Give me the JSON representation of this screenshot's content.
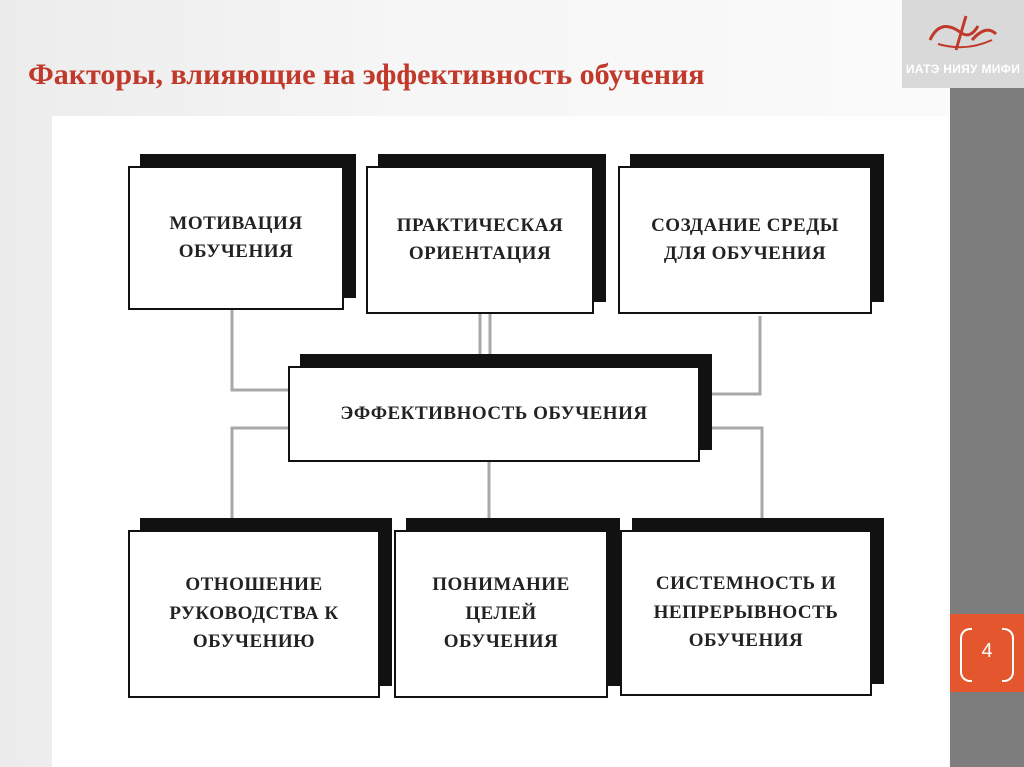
{
  "slide": {
    "title": "Факторы, влияющие на эффективность обучения",
    "page_number": "4",
    "logo_text": "ИАТЭ НИЯУ МИФИ",
    "accent_color": "#c0392b",
    "page_tab_color": "#e4572e"
  },
  "diagram": {
    "top_boxes": [
      {
        "label": "МОТИВАЦИЯ\nОБУЧЕНИЯ"
      },
      {
        "label": "ПРАКТИЧЕСКАЯ\nОРИЕНТАЦИЯ"
      },
      {
        "label": "СОЗДАНИЕ СРЕДЫ\nДЛЯ ОБУЧЕНИЯ"
      }
    ],
    "center_box": {
      "label": "ЭФФЕКТИВНОСТЬ ОБУЧЕНИЯ"
    },
    "bottom_boxes": [
      {
        "label": "ОТНОШЕНИЕ\nРУКОВОДСТВА К\nОБУЧЕНИЮ"
      },
      {
        "label": "ПОНИМАНИЕ\nЦЕЛЕЙ\nОБУЧЕНИЯ"
      },
      {
        "label": "СИСТЕМНОСТЬ И\nНЕПРЕРЫВНОСТЬ\nОБУЧЕНИЯ"
      }
    ]
  }
}
